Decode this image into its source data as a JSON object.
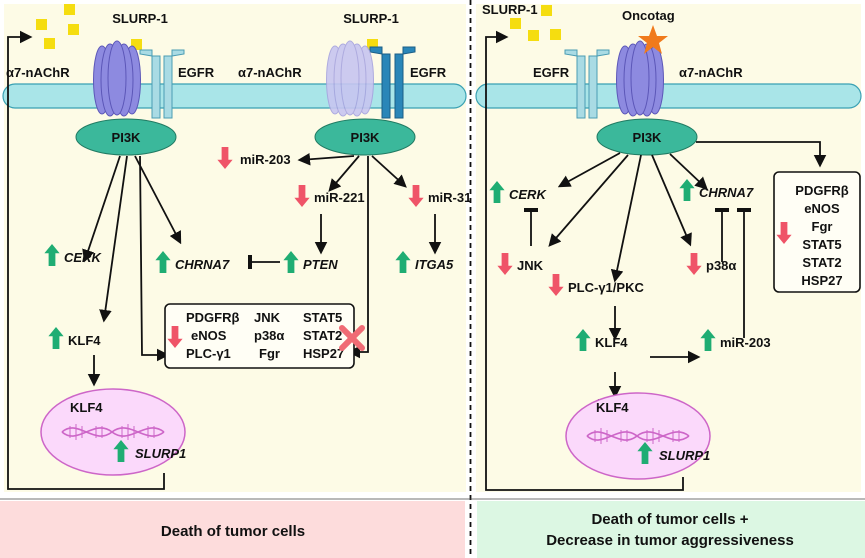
{
  "colors": {
    "cell_bg": "#fdfbe6",
    "membrane": "#a9e5e8",
    "pi3k": "#3bb89b",
    "receptor": "#8d8ae0",
    "receptor_faded": "#c7c5f0",
    "egfr_light": "#a9dbe4",
    "egfr_dark": "#2a86b8",
    "ligand": "#f5dd10",
    "up_arrow": "#1fad73",
    "down_arrow": "#ef5468",
    "nucleus": "#fbd9fb",
    "nucleus_stroke": "#cd66c8",
    "dna": "#cd66c8",
    "cross": "#f06b74",
    "oncotag": "#f07a1c",
    "footer_left": "#fddcdc",
    "footer_right": "#dcf7e3"
  },
  "left": {
    "slurp1_a": "SLURP-1",
    "slurp1_b": "SLURP-1",
    "a7_a": "α7-nAChR",
    "egfr_a": "EGFR",
    "a7_b": "α7-nAChR",
    "egfr_b": "EGFR",
    "pi3k_a": "PI3K",
    "pi3k_b": "PI3K",
    "mir203": "miR-203",
    "mir221": "miR-221",
    "mir31": "miR-31",
    "cerk": "CERK",
    "chrna7": "CHRNA7",
    "pten": "PTEN",
    "itga5": "ITGA5",
    "klf4": "KLF4",
    "box": {
      "c1": [
        "PDGFRβ",
        "eNOS",
        "PLC-γ1"
      ],
      "c2": [
        "JNK",
        "p38α",
        "Fgr"
      ],
      "c3": [
        "STAT5",
        "STAT2",
        "HSP27"
      ]
    },
    "nuc_klf4": "KLF4",
    "nuc_slurp1": "SLURP1",
    "footer": "Death of tumor cells"
  },
  "right": {
    "slurp1": "SLURP-1",
    "oncotag": "Oncotag",
    "egfr": "EGFR",
    "a7": "α7-nAChR",
    "pi3k": "PI3K",
    "cerk": "CERK",
    "chrna7": "CHRNA7",
    "jnk": "JNK",
    "plc": "PLC-γ1/PKC",
    "p38": "p38α",
    "klf4": "KLF4",
    "mir203": "miR-203",
    "box": [
      "PDGFRβ",
      "eNOS",
      "Fgr",
      "STAT5",
      "STAT2",
      "HSP27"
    ],
    "nuc_klf4": "KLF4",
    "nuc_slurp1": "SLURP1",
    "footer_line1": "Death of tumor cells +",
    "footer_line2": "Decrease in tumor aggressiveness"
  }
}
